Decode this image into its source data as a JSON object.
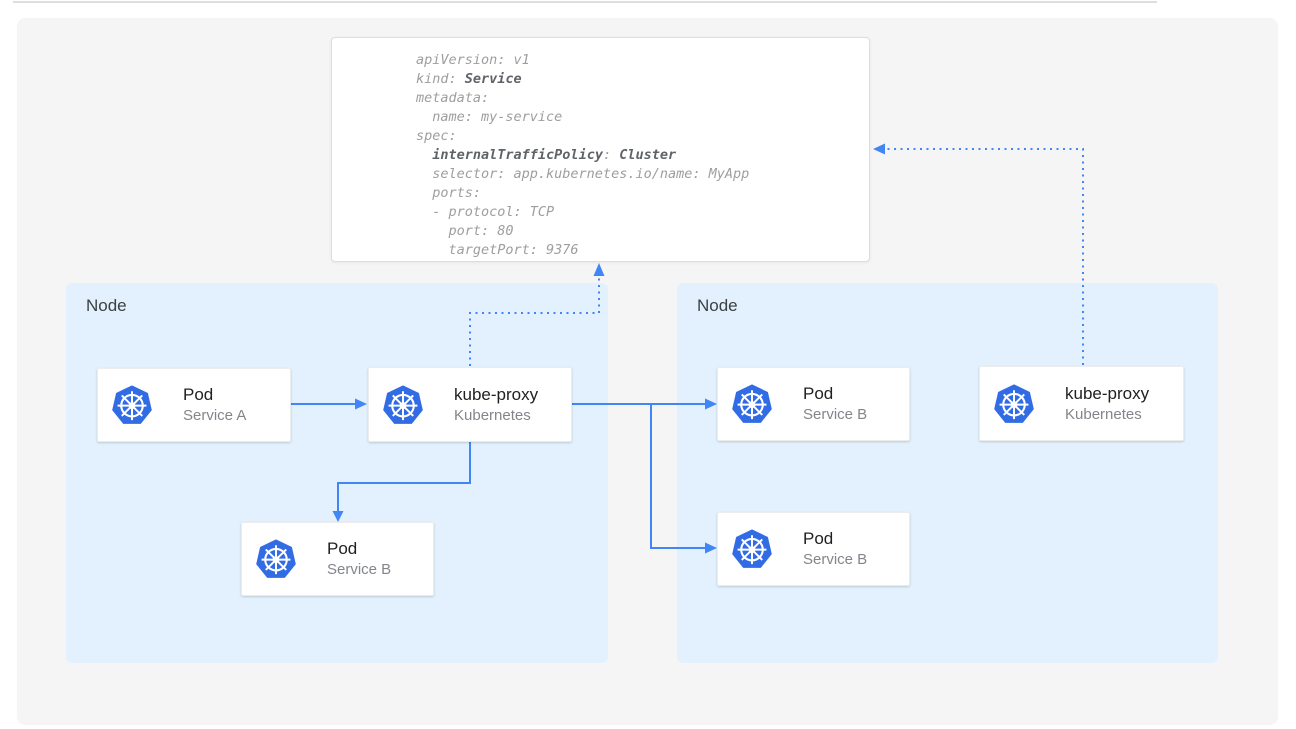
{
  "diagram": {
    "node_left_label": "Node",
    "node_right_label": "Node"
  },
  "code_block": {
    "lines": [
      {
        "a": "apiVersion: v1"
      },
      {
        "a": "kind: ",
        "b": "Service"
      },
      {
        "a": "metadata:"
      },
      {
        "a": "  name: my-service"
      },
      {
        "a": "spec:"
      },
      {
        "a": "  ",
        "b": "internalTrafficPolicy",
        "c": ": ",
        "d": "Cluster"
      },
      {
        "a": "  selector: app.kubernetes.io/name: MyApp"
      },
      {
        "a": "  ports:"
      },
      {
        "a": "  - protocol: TCP"
      },
      {
        "a": "    port: 80"
      },
      {
        "a": "    targetPort: 9376"
      }
    ]
  },
  "cards": {
    "pod_a": {
      "title": "Pod",
      "subtitle": "Service A"
    },
    "kube_proxy_left": {
      "title": "kube-proxy",
      "subtitle": "Kubernetes"
    },
    "pod_b_left": {
      "title": "Pod",
      "subtitle": "Service B"
    },
    "pod_b_right_top": {
      "title": "Pod",
      "subtitle": "Service B"
    },
    "kube_proxy_right": {
      "title": "kube-proxy",
      "subtitle": "Kubernetes"
    },
    "pod_b_right_bottom": {
      "title": "Pod",
      "subtitle": "Service B"
    }
  },
  "connections": [
    {
      "from": "pod-a",
      "to": "kube-proxy-left",
      "style": "solid"
    },
    {
      "from": "kube-proxy-left",
      "to": "pod-b-left",
      "style": "solid"
    },
    {
      "from": "kube-proxy-left",
      "to": "pod-b-right-top",
      "style": "solid"
    },
    {
      "from": "kube-proxy-left",
      "to": "pod-b-right-bottom",
      "style": "solid"
    },
    {
      "from": "kube-proxy-left",
      "to": "service-yaml",
      "style": "dotted"
    },
    {
      "from": "kube-proxy-right",
      "to": "service-yaml",
      "style": "dotted"
    }
  ],
  "colors": {
    "kubernetes_blue": "#326ce5",
    "arrow_blue": "#4285f4",
    "node_background": "#e2f1fd",
    "canvas_background": "#f5f5f6"
  }
}
